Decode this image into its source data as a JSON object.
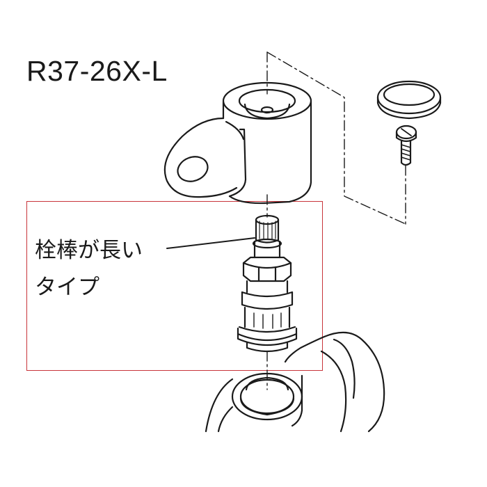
{
  "model_number": "R37-26X-L",
  "callout": {
    "line1": "栓棒が長い",
    "line2": "タイプ"
  },
  "colors": {
    "highlight_box": "#c8343a",
    "line_art": "#1a1a1a"
  }
}
